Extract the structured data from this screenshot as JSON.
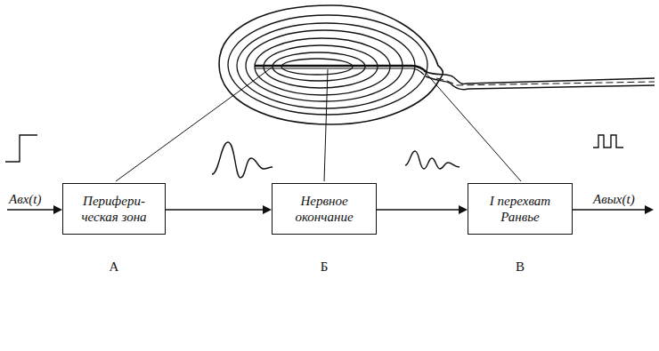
{
  "diagram": {
    "nodes": [
      {
        "text": [
          "Перифери- ческая зона"
        ]
      },
      {
        "text": [
          "Нервное окончание"
        ]
      },
      {
        "text": [
          "I перехват Ранвье"
        ]
      }
    ],
    "edges": [
      {
        "from": 0,
        "to": 1,
        "arrow": "to"
      },
      {
        "from": 1,
        "to": 2,
        "arrow": "to"
      }
    ],
    "labels": [
      "Aвх(t)",
      "Aвых(t)",
      "А",
      "Б",
      "В"
    ]
  }
}
